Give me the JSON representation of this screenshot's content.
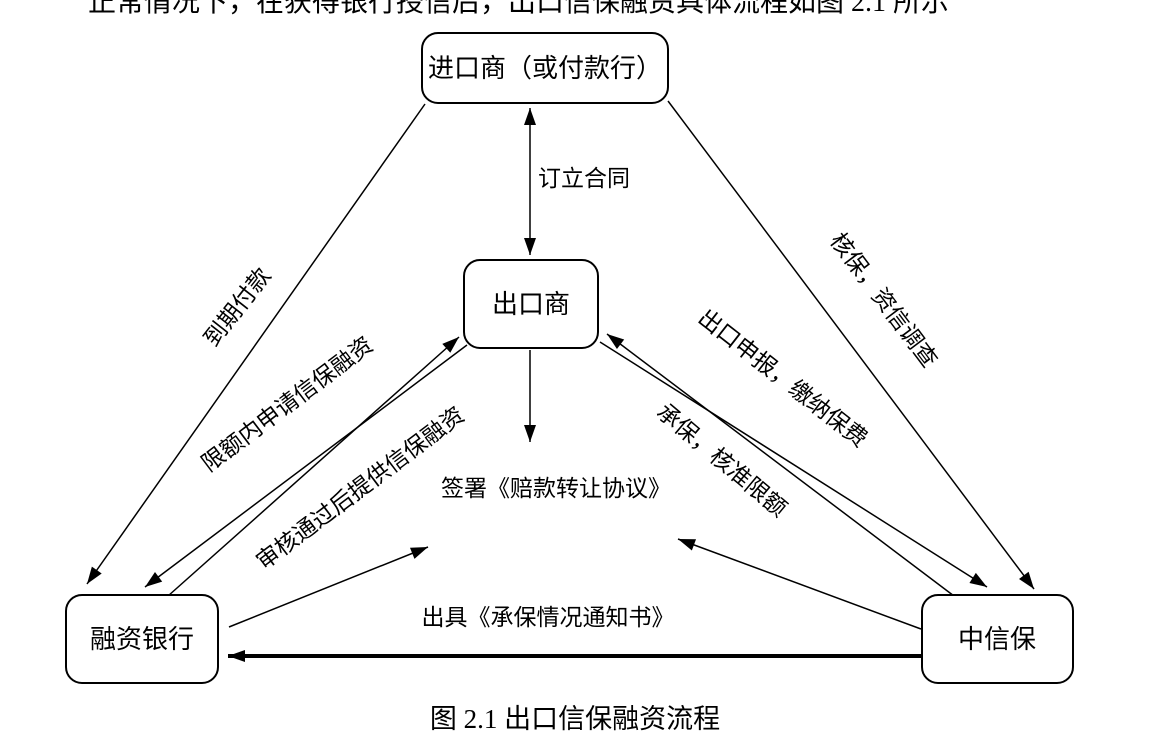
{
  "document": {
    "top_line": "正常情况下，在获得银行授信后，出口信保融资具体流程如图 2.1 所示",
    "caption": "图 2.1  出口信保融资流程"
  },
  "diagram": {
    "title": "出口信保融资流程",
    "figure_number": "2.1",
    "nodes": {
      "importer": "进口商（或付款行）",
      "exporter": "出口商",
      "bank": "融资银行",
      "sinosure": "中信保"
    },
    "edges": {
      "contract": "订立合同",
      "maturity_payment": "到期付款",
      "apply_financing": "限额内申请信保融资",
      "provide_financing": "审核通过后提供信保融资",
      "export_declaration": "出口申报，缴纳保费",
      "underwriting": "承保，核准限额",
      "credit_check": "核保，资信调查",
      "sign_agreement": "签署《赔款转让协议》",
      "issue_notice": "出具《承保情况通知书》"
    },
    "colors": {
      "ink": "#000000",
      "background": "#ffffff"
    }
  }
}
